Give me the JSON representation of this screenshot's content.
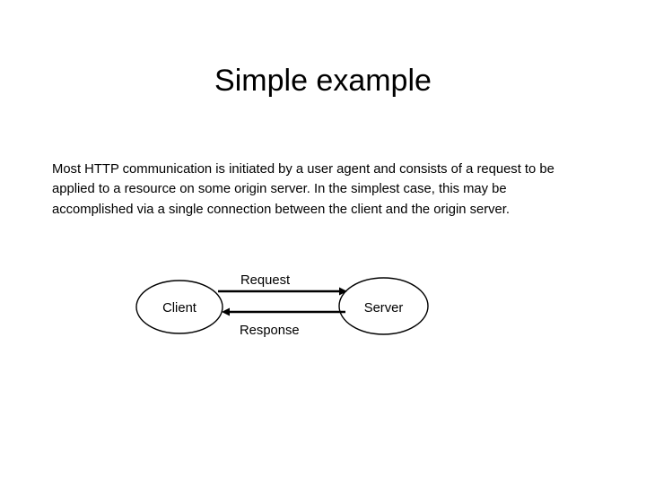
{
  "slide": {
    "title": "Simple example",
    "body": "Most HTTP communication is initiated by a user agent and consists of a request to be applied to a resource on some origin server. In the simplest case, this may be accomplished via a single connection between the client and the origin server.",
    "background_color": "#ffffff",
    "text_color": "#000000"
  },
  "diagram": {
    "type": "client-server-flow",
    "stroke_color": "#000000",
    "nodes": [
      {
        "id": "client",
        "label": "Client",
        "shape": "ellipse"
      },
      {
        "id": "server",
        "label": "Server",
        "shape": "ellipse"
      }
    ],
    "edges": [
      {
        "id": "request",
        "label": "Request",
        "from": "client",
        "to": "server",
        "direction": "right"
      },
      {
        "id": "response",
        "label": "Response",
        "from": "server",
        "to": "client",
        "direction": "left"
      }
    ]
  }
}
